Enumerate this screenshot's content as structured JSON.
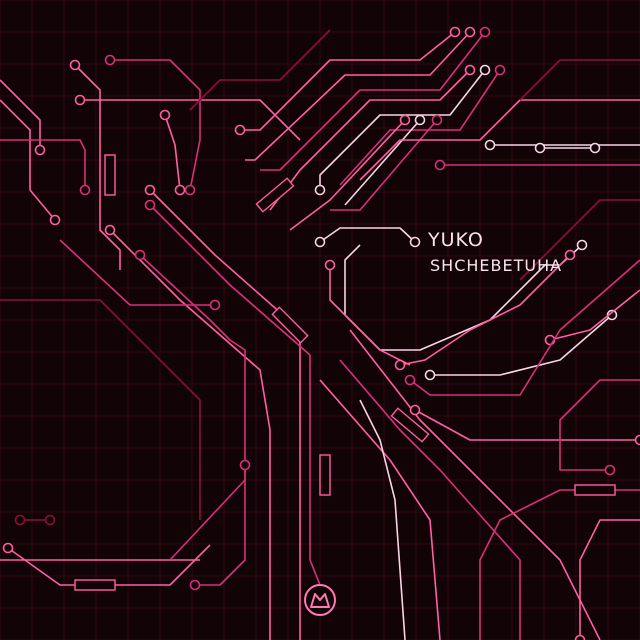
{
  "cover": {
    "artist": "YUKO",
    "album": "SHCHEBETUHA",
    "logo": "M",
    "colors": {
      "background": "#120306",
      "grid": "#2e0a13",
      "trace_bright": "#ff5fa3",
      "trace_mid": "#d8307a",
      "trace_dark": "#8a1238",
      "trace_light": "#f6d6e6"
    }
  }
}
